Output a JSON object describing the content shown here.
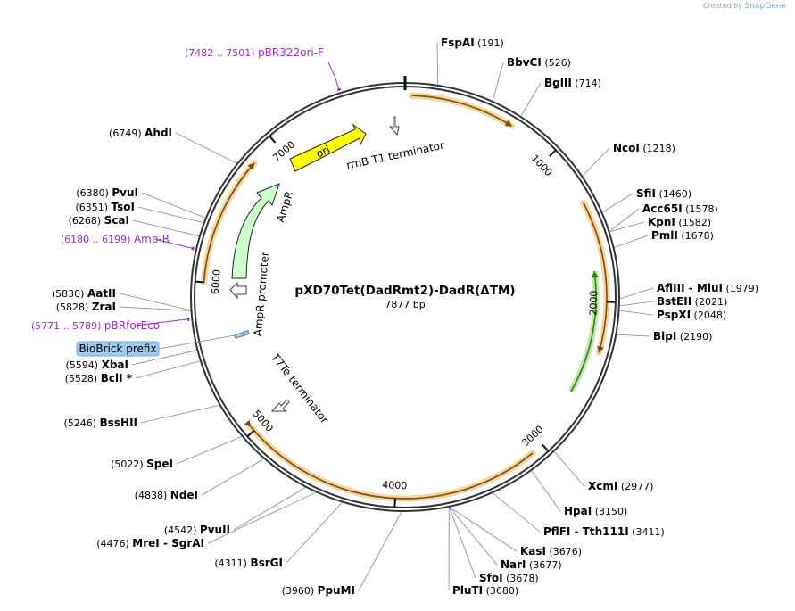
{
  "branding": {
    "created_by": "Created by",
    "product": "SnapGene"
  },
  "plasmid": {
    "name": "pXD70Tet(DadRmt2)-DadR(ΔTM)",
    "size": "7877 bp",
    "length": 7877
  },
  "ticks": [
    {
      "pos": 1000,
      "label": "1000"
    },
    {
      "pos": 2000,
      "label": "2000"
    },
    {
      "pos": 3000,
      "label": "3000"
    },
    {
      "pos": 4000,
      "label": "4000"
    },
    {
      "pos": 5000,
      "label": "5000"
    },
    {
      "pos": 6000,
      "label": "6000"
    },
    {
      "pos": 7000,
      "label": "7000"
    }
  ],
  "enzymes": [
    {
      "name": "FspAI",
      "coord": "(191)",
      "pos": 191
    },
    {
      "name": "BbvCI",
      "coord": "(526)",
      "pos": 526
    },
    {
      "name": "BglII",
      "coord": "(714)",
      "pos": 714
    },
    {
      "name": "NcoI",
      "coord": "(1218)",
      "pos": 1218
    },
    {
      "name": "SfiI",
      "coord": "(1460)",
      "pos": 1460
    },
    {
      "name": "Acc65I",
      "coord": "(1578)",
      "pos": 1578
    },
    {
      "name": "KpnI",
      "coord": "(1582)",
      "pos": 1582
    },
    {
      "name": "PmlI",
      "coord": "(1678)",
      "pos": 1678
    },
    {
      "name": "AflIII - MluI",
      "coord": "(1979)",
      "pos": 1979
    },
    {
      "name": "BstEII",
      "coord": "(2021)",
      "pos": 2021
    },
    {
      "name": "PspXI",
      "coord": "(2048)",
      "pos": 2048
    },
    {
      "name": "BlpI",
      "coord": "(2190)",
      "pos": 2190
    },
    {
      "name": "XcmI",
      "coord": "(2977)",
      "pos": 2977
    },
    {
      "name": "HpaI",
      "coord": "(3150)",
      "pos": 3150
    },
    {
      "name": "PflFI - Tth111I",
      "coord": "(3411)",
      "pos": 3411
    },
    {
      "name": "KasI",
      "coord": "(3676)",
      "pos": 3676
    },
    {
      "name": "NarI",
      "coord": "(3677)",
      "pos": 3677
    },
    {
      "name": "SfoI",
      "coord": "(3678)",
      "pos": 3678
    },
    {
      "name": "PluTI",
      "coord": "(3680)",
      "pos": 3680
    },
    {
      "name": "PpuMI",
      "coord": "(3960)",
      "pos": 3960
    },
    {
      "name": "BsrGI",
      "coord": "(4311)",
      "pos": 4311
    },
    {
      "name": "MreI - SgrAI",
      "coord": "(4476)",
      "pos": 4476
    },
    {
      "name": "PvuII",
      "coord": "(4542)",
      "pos": 4542
    },
    {
      "name": "NdeI",
      "coord": "(4838)",
      "pos": 4838
    },
    {
      "name": "SpeI",
      "coord": "(5022)",
      "pos": 5022
    },
    {
      "name": "BssHII",
      "coord": "(5246)",
      "pos": 5246
    },
    {
      "name": "BclI *",
      "coord": "(5528)",
      "pos": 5528
    },
    {
      "name": "XbaI",
      "coord": "(5594)",
      "pos": 5594
    },
    {
      "name": "ZraI",
      "coord": "(5828)",
      "pos": 5828
    },
    {
      "name": "AatII",
      "coord": "(5830)",
      "pos": 5830
    },
    {
      "name": "ScaI",
      "coord": "(6268)",
      "pos": 6268
    },
    {
      "name": "TsoI",
      "coord": "(6351)",
      "pos": 6351
    },
    {
      "name": "PvuI",
      "coord": "(6380)",
      "pos": 6380
    },
    {
      "name": "AhdI",
      "coord": "(6749)",
      "pos": 6749
    }
  ],
  "primers": [
    {
      "name": "pBR322ori-F",
      "coord": "(7482 .. 7501)",
      "pos": 7491
    },
    {
      "name": "Amp-R",
      "coord": "(6180 .. 6199)",
      "pos": 6190
    },
    {
      "name": "pBRforEco",
      "coord": "(5771 .. 5789)",
      "pos": 5780
    }
  ],
  "features": [
    {
      "name": "rrnB T1 terminator",
      "kind": "terminator"
    },
    {
      "name": "ori",
      "kind": "origin"
    },
    {
      "name": "AmpR",
      "kind": "cds"
    },
    {
      "name": "AmpR promoter",
      "kind": "promoter"
    },
    {
      "name": "T7Te terminator",
      "kind": "terminator"
    },
    {
      "name": "BioBrick prefix",
      "kind": "misc"
    }
  ],
  "colors": {
    "ori": "#ffff00",
    "ampr": "#ccffcc",
    "orf_glow": "#f9d49a",
    "orf_line": "#7a4a10",
    "green_orf": "#2e7d1a",
    "primer": "#9b30c8",
    "biobrick": "#9ec9f0",
    "ring": "#333333"
  }
}
